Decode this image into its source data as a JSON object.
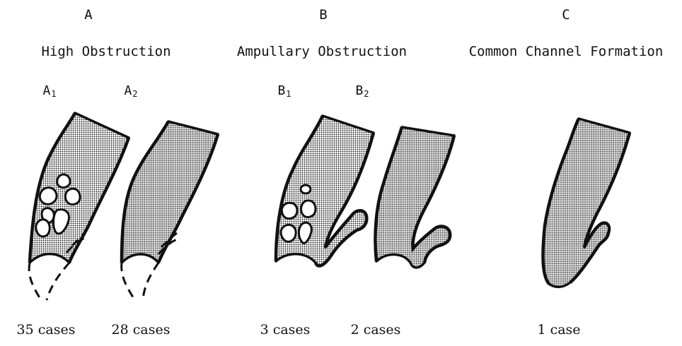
{
  "groups": [
    {
      "letter": "A",
      "title": "High Obstruction"
    },
    {
      "letter": "B",
      "title": "Ampullary Obstruction"
    },
    {
      "letter": "C",
      "title": "Common Channel Formation"
    }
  ],
  "subtypes": [
    {
      "letter": "A",
      "index": "1"
    },
    {
      "letter": "A",
      "index": "2"
    },
    {
      "letter": "B",
      "index": "1"
    },
    {
      "letter": "B",
      "index": "2"
    }
  ],
  "cases": [
    "35 cases",
    "28 cases",
    "3 cases",
    "2 cases",
    "1 case"
  ]
}
